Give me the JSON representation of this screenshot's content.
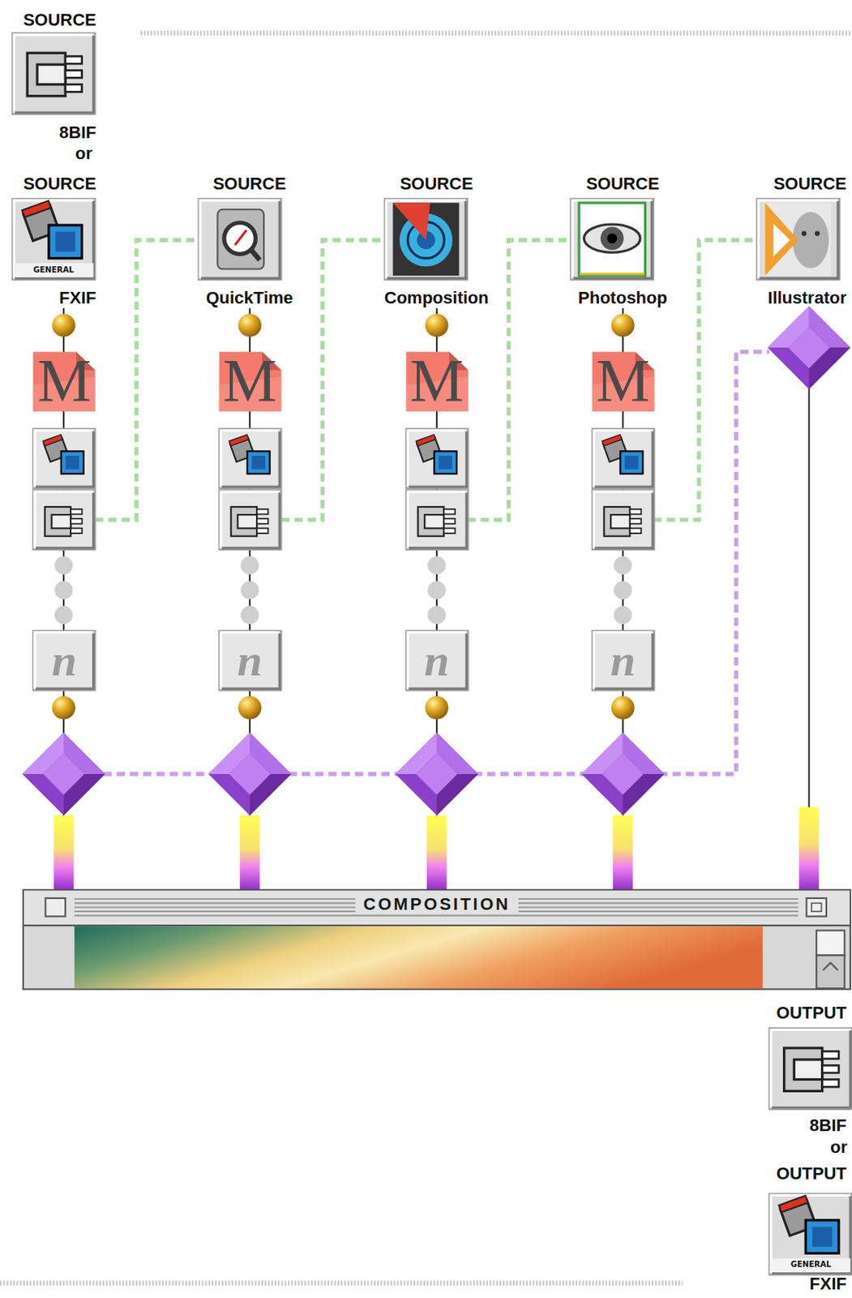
{
  "diagram": {
    "nodes": [
      {
        "text": [
          "SOURCE",
          "8BIF"
        ]
      },
      {
        "text": [
          "SOURCE",
          "FXIF"
        ]
      },
      {
        "text": [
          "SOURCE",
          "QuickTime"
        ]
      },
      {
        "text": [
          "SOURCE",
          "Composition"
        ]
      },
      {
        "text": [
          "SOURCE",
          "Photoshop"
        ]
      },
      {
        "text": [
          "SOURCE",
          "Illustrator"
        ]
      },
      {
        "text": [
          "COMPOSITION"
        ]
      },
      {
        "text": [
          "OUTPUT",
          "8BIF"
        ]
      },
      {
        "text": [
          "OUTPUT",
          "FXIF"
        ]
      }
    ],
    "edges": [
      {
        "from": 1,
        "to": 6,
        "arrow": "none"
      },
      {
        "from": 2,
        "to": 6,
        "arrow": "none"
      },
      {
        "from": 3,
        "to": 6,
        "arrow": "none"
      },
      {
        "from": 4,
        "to": 6,
        "arrow": "none"
      },
      {
        "from": 5,
        "to": 6,
        "arrow": "none"
      }
    ],
    "labels": [
      "or",
      "GENERAL",
      "M",
      "M",
      "M",
      "M",
      "n",
      "n",
      "n",
      "n",
      "or",
      "GENERAL"
    ]
  }
}
